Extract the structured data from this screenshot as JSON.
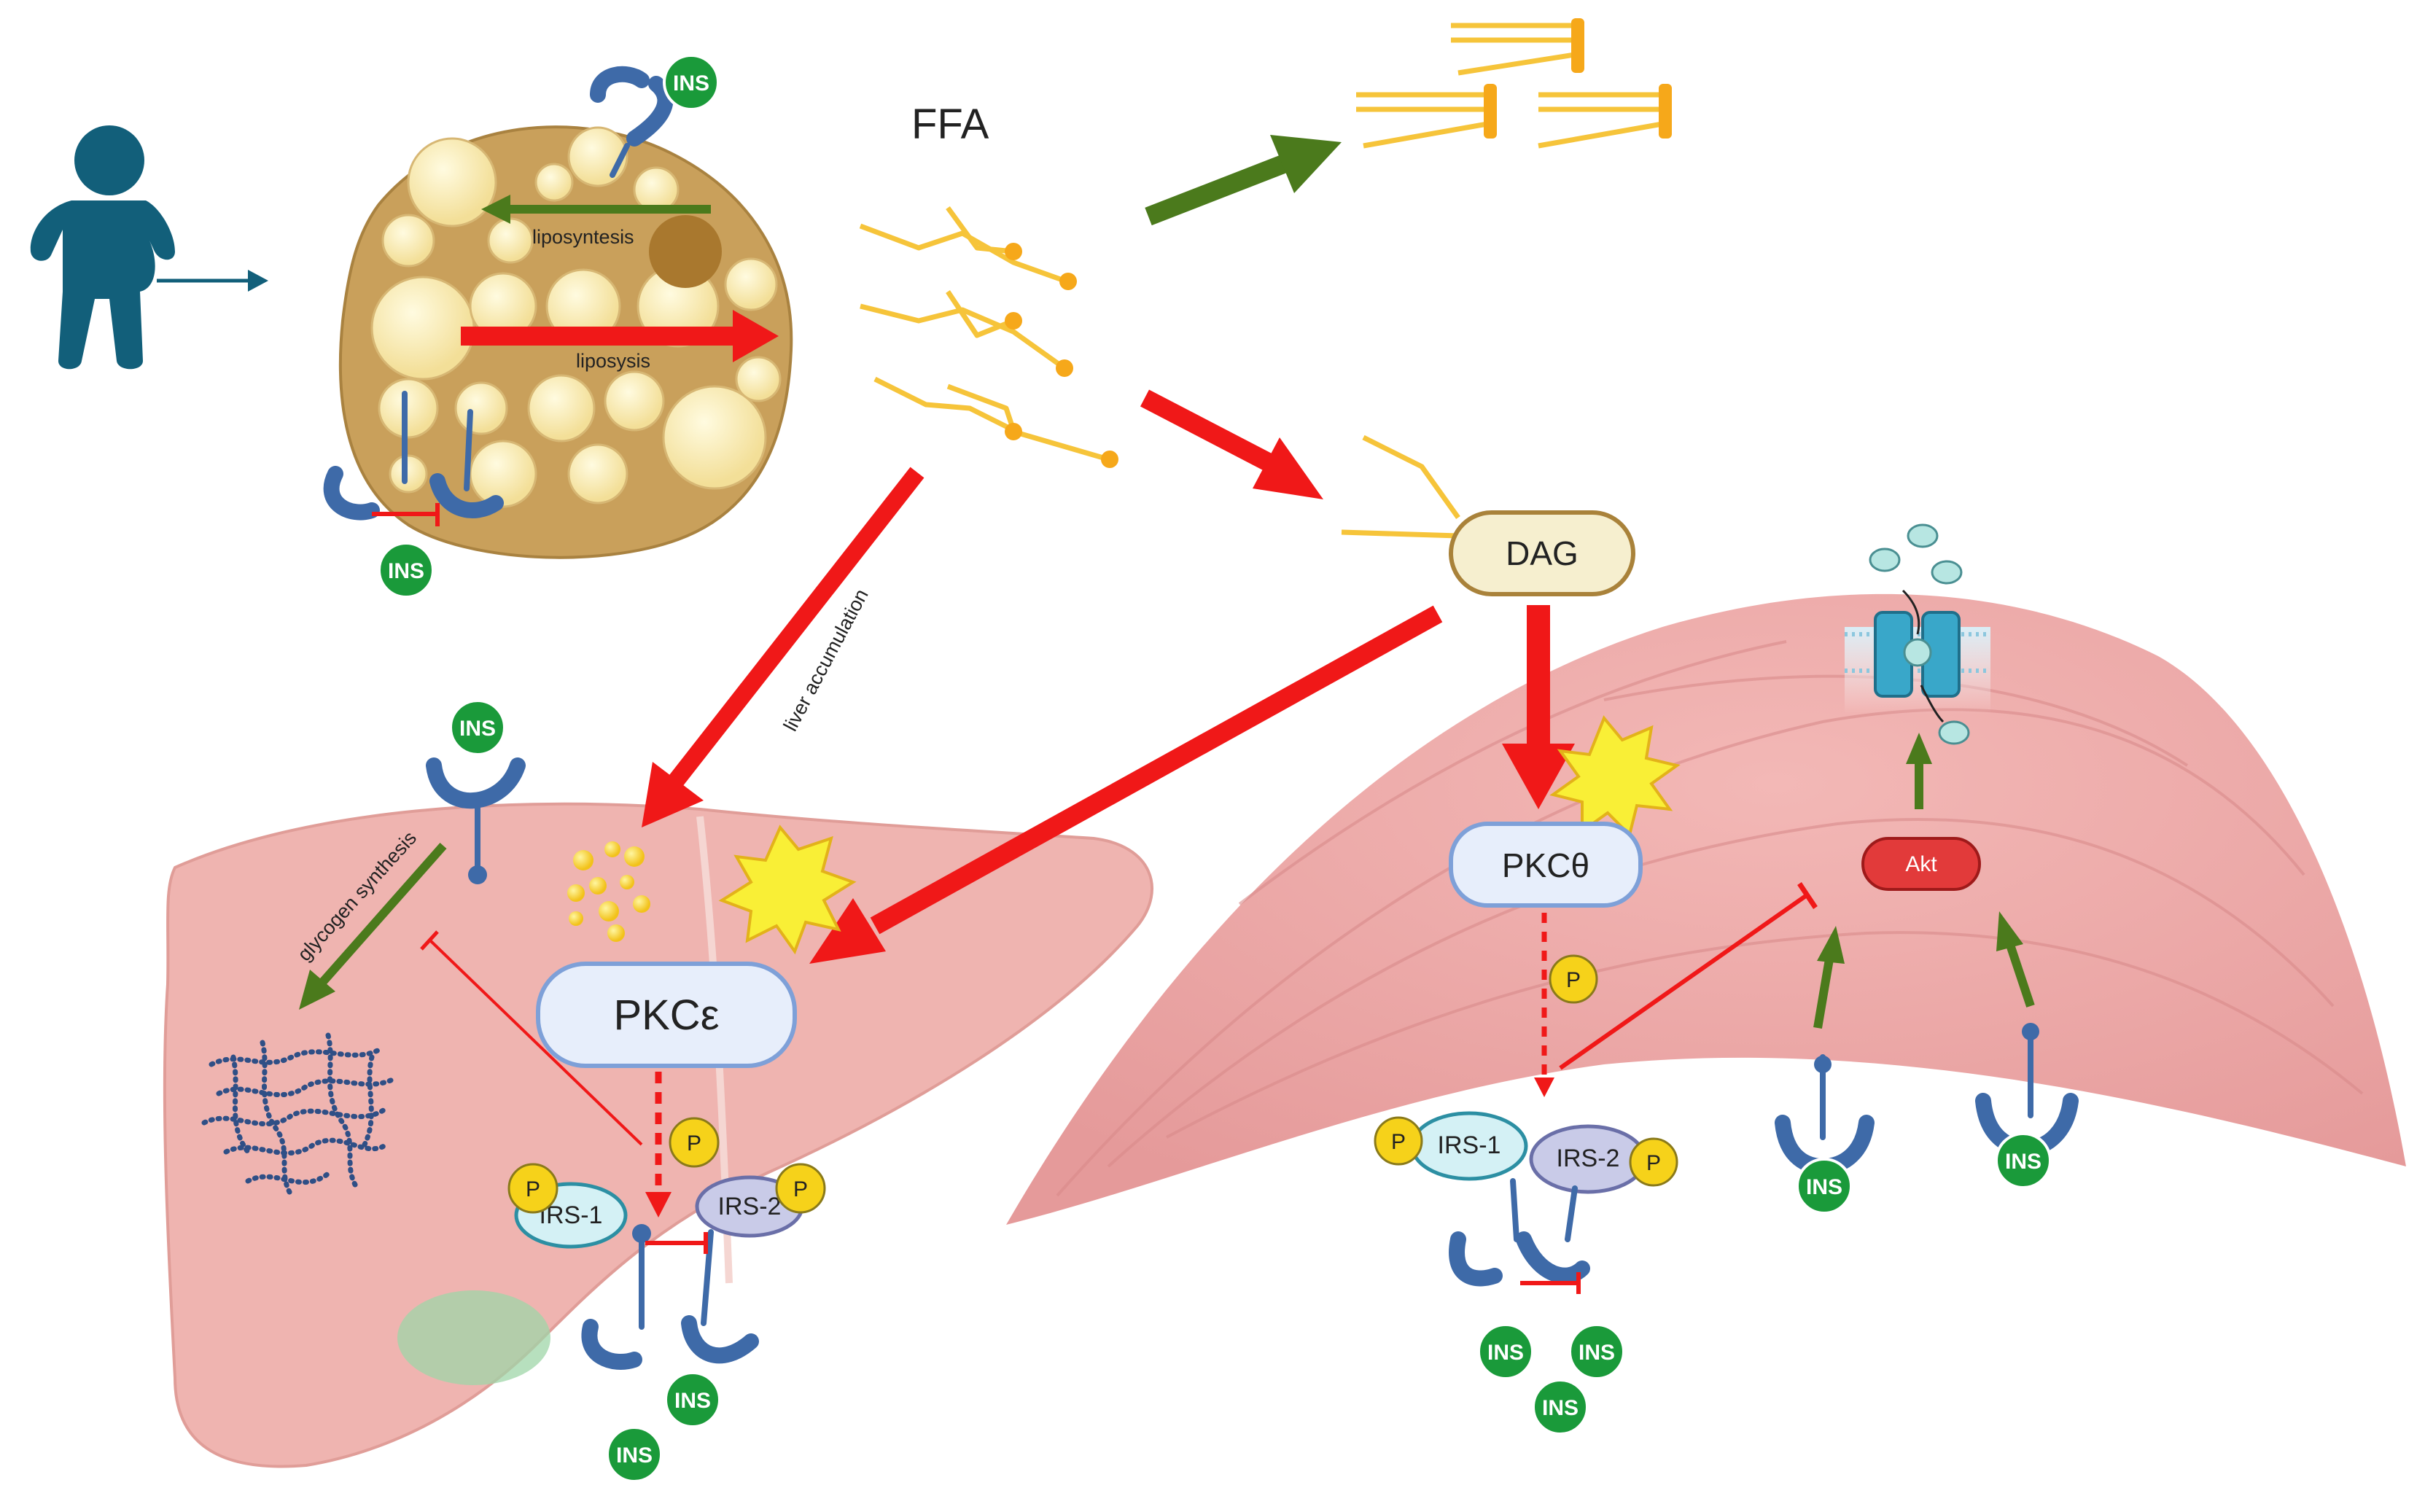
{
  "labels": {
    "ffa": "FFA",
    "liposyntesis": "liposyntesis",
    "liposysis": "liposysis",
    "liver_accumulation": "liver accumulation",
    "glycogen_synthesis": "glycogen synthesis",
    "dag": "DAG",
    "pkc_epsilon": "PKCε",
    "pkc_theta": "PKCθ",
    "akt": "Akt",
    "irs1": "IRS-1",
    "irs2": "IRS-2",
    "phospho": "P",
    "insulin": "INS"
  },
  "colors": {
    "inhibit_arrow": "#f01818",
    "promote_arrow": "#4b7a1c",
    "person": "#125f7a",
    "adipocyte": "#c9a05b",
    "liver": "#efb4b0",
    "muscle": "#eda6a6",
    "insulin_badge": "#1a9a3a",
    "phospho_badge": "#f6d21a",
    "receptor": "#3e6aa8",
    "fatty_acid": "#f6c43a"
  },
  "icons": [
    "person-icon",
    "adipocyte-cell-icon",
    "fatty-acid-icon",
    "triglyceride-icon",
    "liver-organ-icon",
    "muscle-tissue-icon",
    "insulin-receptor-icon",
    "glucose-transporter-icon",
    "glycogen-icon",
    "lipid-droplet-icon",
    "activation-burst-icon"
  ]
}
